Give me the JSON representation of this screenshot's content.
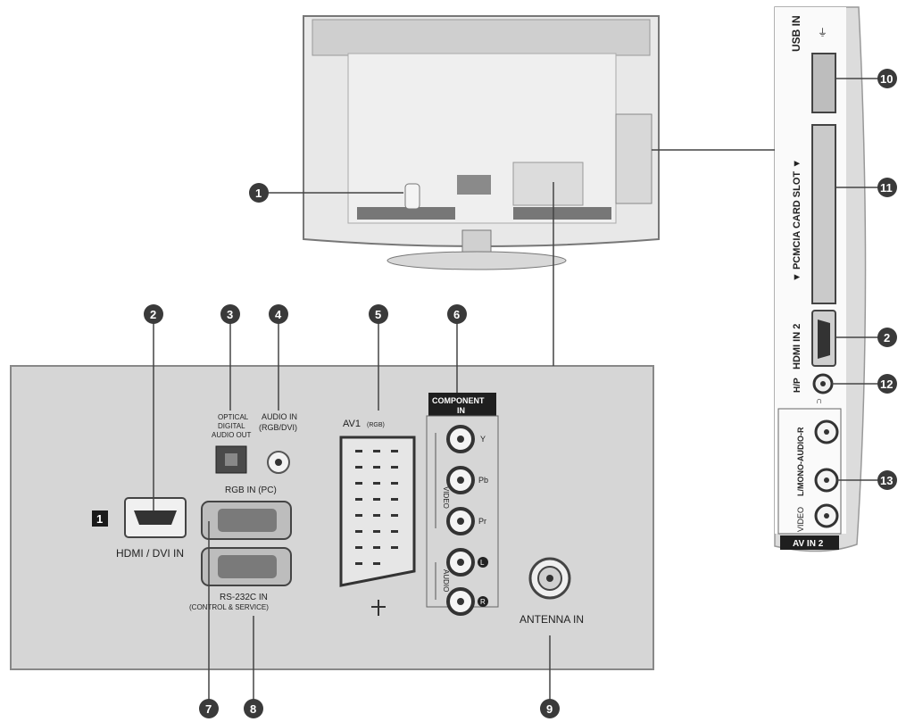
{
  "callouts": {
    "n1": "1",
    "n2": "2",
    "n3": "3",
    "n4": "4",
    "n5": "5",
    "n6": "6",
    "n7": "7",
    "n8": "8",
    "n9": "9",
    "n10": "10",
    "n11": "11",
    "n12": "12",
    "n13": "13"
  },
  "labels": {
    "hdmi_badge": "1",
    "hdmi_dvi_in": "HDMI / DVI IN",
    "optical_1": "OPTICAL",
    "optical_2": "DIGITAL",
    "optical_3": "AUDIO OUT",
    "audio_in_1": "AUDIO IN",
    "audio_in_2": "(RGB/DVI)",
    "rgb_in": "RGB IN (PC)",
    "rs232c": "RS-232C IN",
    "rs232c_sub": "(CONTROL & SERVICE)",
    "av1": "AV1",
    "av1_sub": "(RGB)",
    "component_1": "COMPONENT",
    "component_2": "IN",
    "y": "Y",
    "pb": "Pb",
    "pr": "Pr",
    "video": "VIDEO",
    "audio": "AUDIO",
    "l": "L",
    "r": "R",
    "antenna_in": "ANTENNA IN",
    "usb_in": "USB IN",
    "pcmcia": "▼ PCMCIA CARD SLOT ▼",
    "hdmi_in_2": "HDMI IN 2",
    "hp": "H/P",
    "av_in_2": "AV IN 2",
    "side_video": "VIDEO",
    "side_audio": "L/MONO-AUDIO-R"
  },
  "colors": {
    "panel": "#d6d6d6",
    "panel_edge": "#888888",
    "tv_body": "#e4e4e4",
    "callout": "#3a3a3a",
    "line": "#444444"
  }
}
